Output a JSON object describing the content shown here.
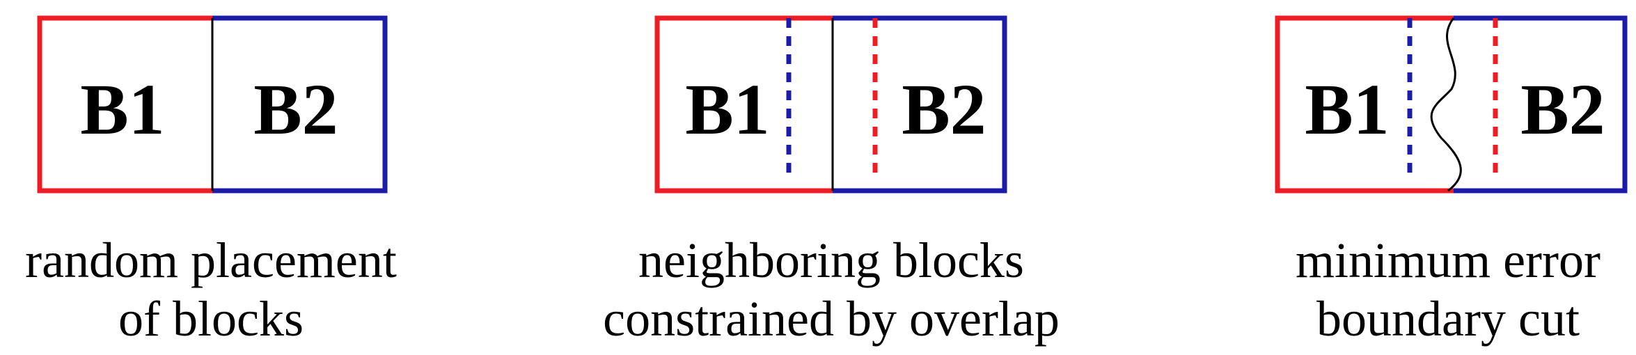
{
  "colors": {
    "block1": "#ee1c25",
    "block2": "#1c1ca8",
    "seam": "#000000"
  },
  "panels": [
    {
      "block1_label": "B1",
      "block2_label": "B2",
      "caption_lines": [
        "random placement",
        "of blocks"
      ]
    },
    {
      "block1_label": "B1",
      "block2_label": "B2",
      "caption_lines": [
        "neighboring blocks",
        "constrained by overlap"
      ]
    },
    {
      "block1_label": "B1",
      "block2_label": "B2",
      "caption_lines": [
        "minimum error",
        "boundary cut"
      ]
    }
  ]
}
